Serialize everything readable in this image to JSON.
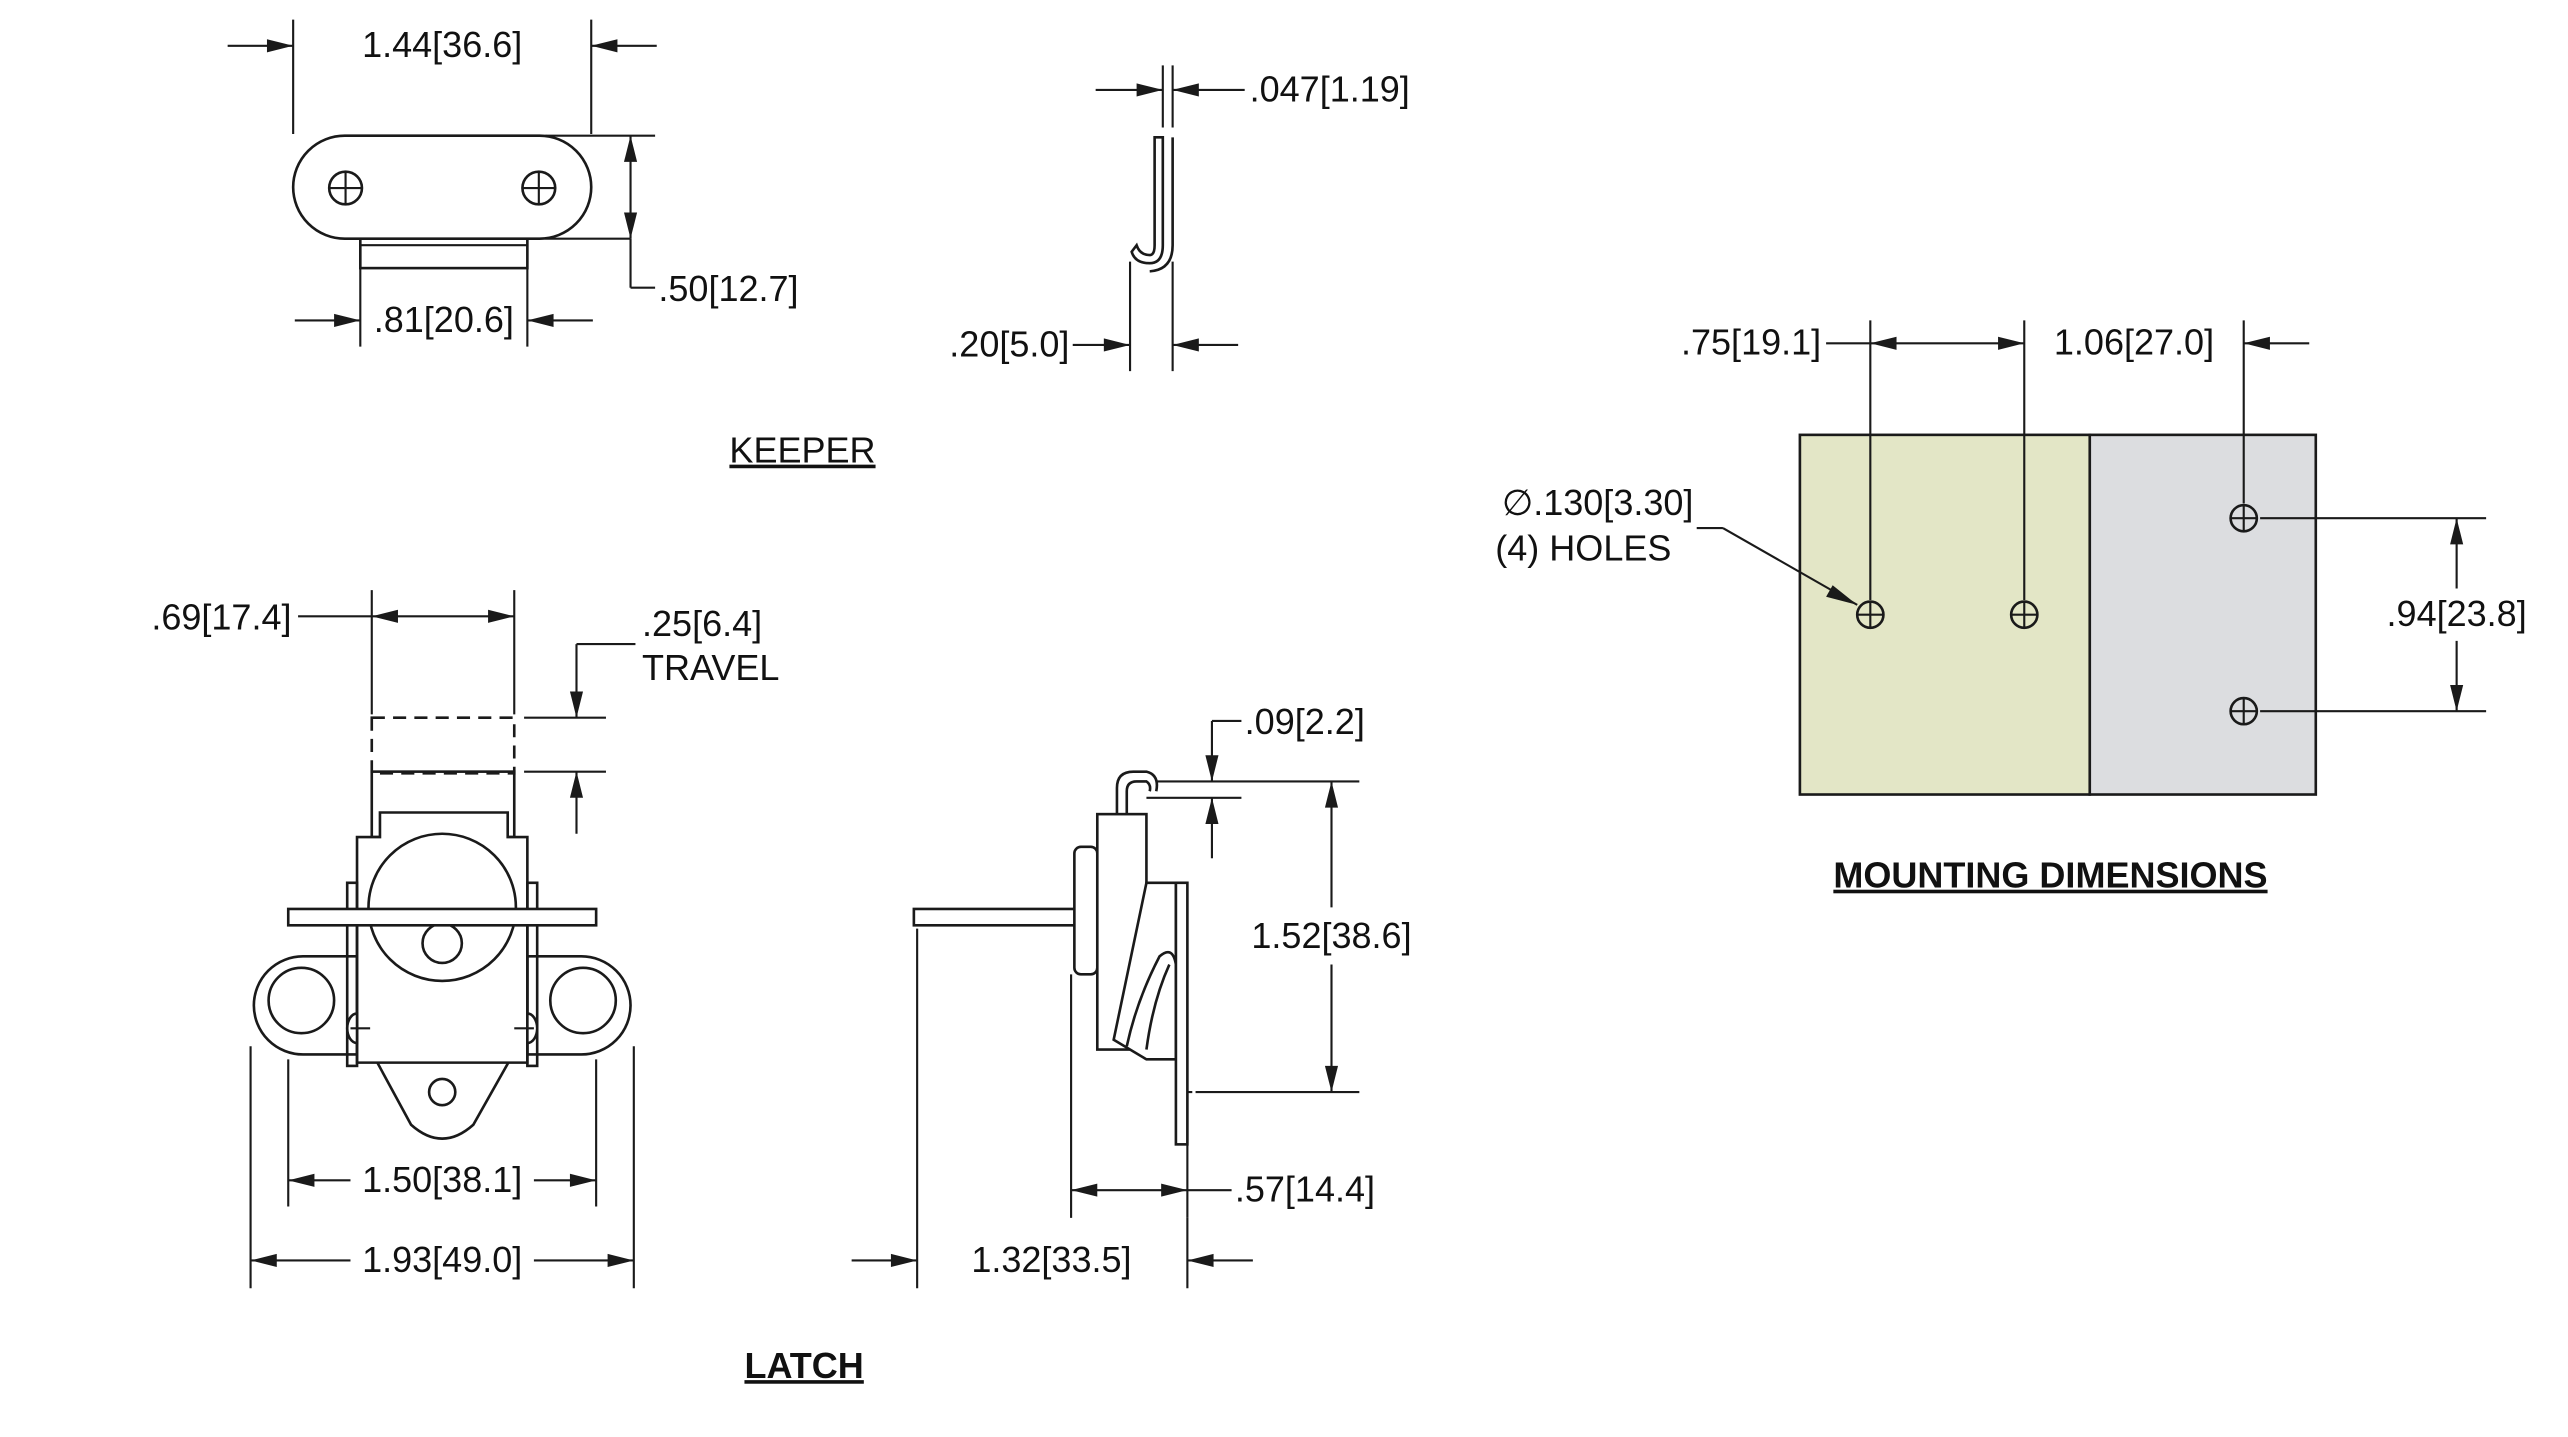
{
  "views": {
    "keeper": {
      "title": "KEEPER",
      "dims": {
        "length": "1.44[36.6]",
        "height": ".50[12.7]",
        "tab_width": ".81[20.6]",
        "thickness": ".047[1.19]",
        "hook_depth": ".20[5.0]"
      }
    },
    "latch": {
      "title": "LATCH",
      "dims": {
        "plunger_width": ".69[17.4]",
        "travel_value": ".25[6.4]",
        "travel_word": "TRAVEL",
        "mount_spacing": "1.50[38.1]",
        "overall_width": "1.93[49.0]",
        "hook_offset": ".09[2.2]",
        "height": "1.52[38.6]",
        "body_depth": ".57[14.4]",
        "overall_depth": "1.32[33.5]"
      }
    },
    "mounting": {
      "title": "MOUNTING DIMENSIONS",
      "dims": {
        "keeper_hole_spacing": ".75[19.1]",
        "latch_hole_offset": "1.06[27.0]",
        "hole_diameter": "∅.130[3.30]",
        "hole_count": "(4) HOLES",
        "latch_hole_spacing": ".94[23.8]"
      },
      "colors": {
        "keeper_zone": "#e3e6c6",
        "latch_zone": "#dcdde0"
      }
    }
  }
}
